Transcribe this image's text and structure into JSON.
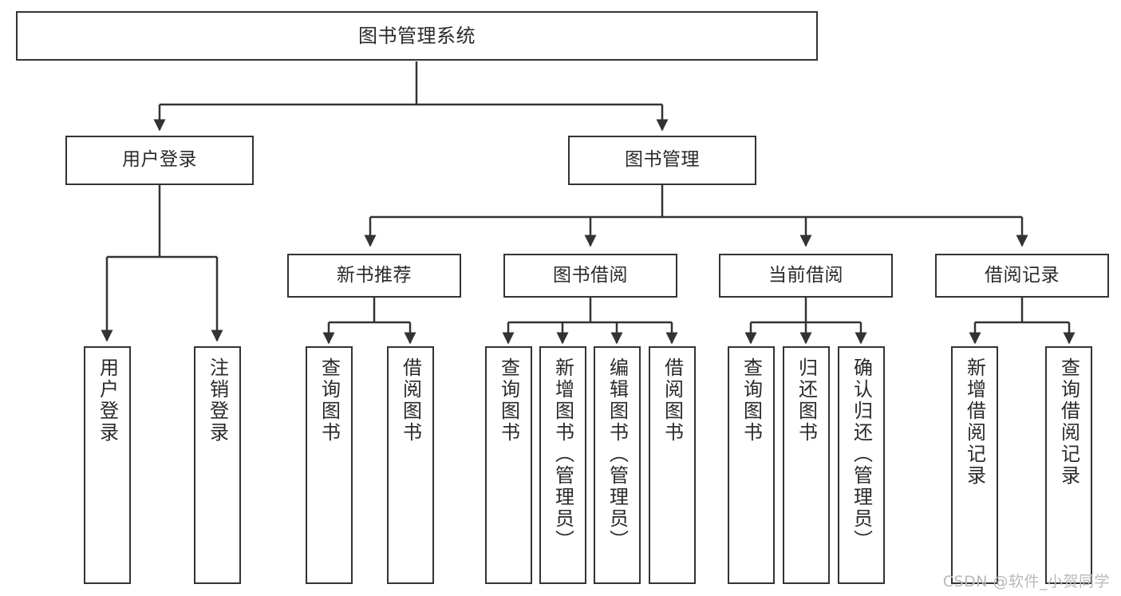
{
  "diagram": {
    "title": "图书管理系统",
    "type": "tree-hierarchy",
    "watermark": "CSDN @软件_小贺同学",
    "colors": {
      "stroke": "#333333",
      "fill": "#ffffff",
      "text": "#2a2a2a",
      "watermark": "#b9b9b9"
    },
    "nodes": {
      "root": {
        "label": "图书管理系统"
      },
      "level1": [
        {
          "id": "user-login",
          "label": "用户登录"
        },
        {
          "id": "book-manage",
          "label": "图书管理"
        }
      ],
      "level2": [
        {
          "id": "new-book-rec",
          "label": "新书推荐"
        },
        {
          "id": "book-borrow",
          "label": "图书借阅"
        },
        {
          "id": "current-borrow",
          "label": "当前借阅"
        },
        {
          "id": "borrow-record",
          "label": "借阅记录"
        }
      ],
      "leaves": {
        "user_login": [
          {
            "id": "leaf-user-login",
            "label": "用户登录"
          },
          {
            "id": "leaf-logout",
            "label": "注销登录"
          }
        ],
        "new_book_rec": [
          {
            "id": "leaf-query-book-1",
            "label": "查询图书"
          },
          {
            "id": "leaf-borrow-book-1",
            "label": "借阅图书"
          }
        ],
        "book_borrow": [
          {
            "id": "leaf-query-book-2",
            "label": "查询图书"
          },
          {
            "id": "leaf-add-book",
            "label": "新增图书（管理员）"
          },
          {
            "id": "leaf-edit-book",
            "label": "编辑图书（管理员）"
          },
          {
            "id": "leaf-borrow-book-2",
            "label": "借阅图书"
          }
        ],
        "current_borrow": [
          {
            "id": "leaf-query-book-3",
            "label": "查询图书"
          },
          {
            "id": "leaf-return-book",
            "label": "归还图书"
          },
          {
            "id": "leaf-confirm-return",
            "label": "确认归还（管理员）"
          }
        ],
        "borrow_record": [
          {
            "id": "leaf-add-record",
            "label": "新增借阅记录"
          },
          {
            "id": "leaf-query-record",
            "label": "查询借阅记录"
          }
        ]
      }
    },
    "edges": [
      {
        "from": "root",
        "to": "user-login"
      },
      {
        "from": "root",
        "to": "book-manage"
      },
      {
        "from": "user-login",
        "to": "leaf-user-login"
      },
      {
        "from": "user-login",
        "to": "leaf-logout"
      },
      {
        "from": "book-manage",
        "to": "new-book-rec"
      },
      {
        "from": "book-manage",
        "to": "book-borrow"
      },
      {
        "from": "book-manage",
        "to": "current-borrow"
      },
      {
        "from": "book-manage",
        "to": "borrow-record"
      },
      {
        "from": "new-book-rec",
        "to": "leaf-query-book-1"
      },
      {
        "from": "new-book-rec",
        "to": "leaf-borrow-book-1"
      },
      {
        "from": "book-borrow",
        "to": "leaf-query-book-2"
      },
      {
        "from": "book-borrow",
        "to": "leaf-add-book"
      },
      {
        "from": "book-borrow",
        "to": "leaf-edit-book"
      },
      {
        "from": "book-borrow",
        "to": "leaf-borrow-book-2"
      },
      {
        "from": "current-borrow",
        "to": "leaf-query-book-3"
      },
      {
        "from": "current-borrow",
        "to": "leaf-return-book"
      },
      {
        "from": "current-borrow",
        "to": "leaf-confirm-return"
      },
      {
        "from": "borrow-record",
        "to": "leaf-add-record"
      },
      {
        "from": "borrow-record",
        "to": "leaf-query-record"
      }
    ]
  }
}
